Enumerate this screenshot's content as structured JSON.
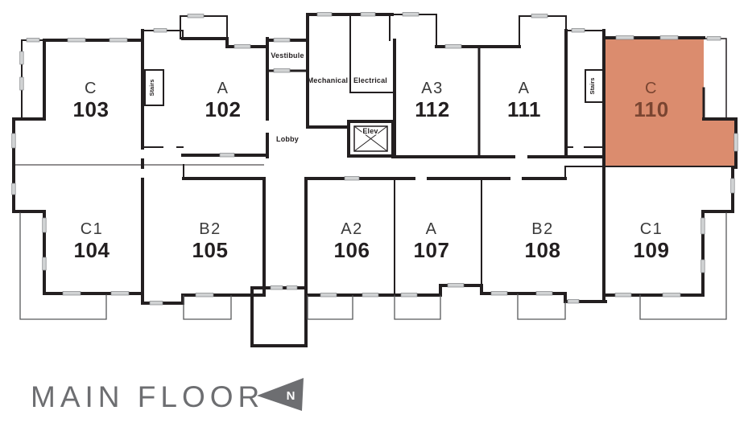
{
  "plan": {
    "floor_label": "MAIN FLOOR",
    "compass_letter": "N",
    "units": [
      {
        "type": "C",
        "number": "103",
        "highlighted": false
      },
      {
        "type": "A",
        "number": "102",
        "highlighted": false
      },
      {
        "type": "A3",
        "number": "112",
        "highlighted": false
      },
      {
        "type": "A",
        "number": "111",
        "highlighted": false
      },
      {
        "type": "C",
        "number": "110",
        "highlighted": true
      },
      {
        "type": "C1",
        "number": "104",
        "highlighted": false
      },
      {
        "type": "B2",
        "number": "105",
        "highlighted": false
      },
      {
        "type": "A2",
        "number": "106",
        "highlighted": false
      },
      {
        "type": "A",
        "number": "107",
        "highlighted": false
      },
      {
        "type": "B2",
        "number": "108",
        "highlighted": false
      },
      {
        "type": "C1",
        "number": "109",
        "highlighted": false
      }
    ],
    "rooms": {
      "vestibule": "Vestibule",
      "mechanical": "Mechanical",
      "electrical": "Electrical",
      "lobby": "Lobby",
      "elevator": "Elev",
      "stairs_left": "Stairs",
      "stairs_right": "Stairs"
    },
    "colors": {
      "highlight_fill": "#db8c6e",
      "highlight_text": "#7a4531",
      "wall": "#231f20",
      "floor_label_color": "#6d6e71"
    }
  }
}
